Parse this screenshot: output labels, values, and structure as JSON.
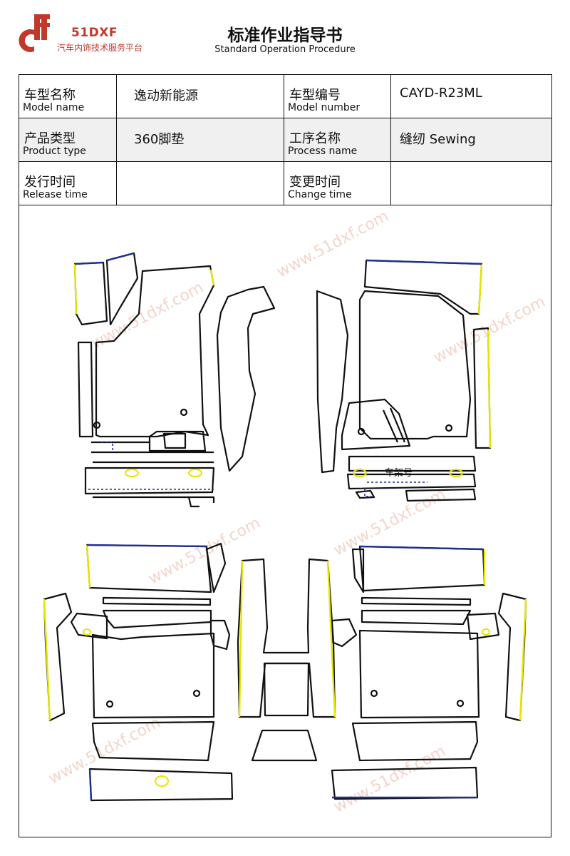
{
  "logo": {
    "name": "51DXF",
    "subtitle": "汽车内饰技术服务平台"
  },
  "header": {
    "title": "标准作业指导书",
    "subtitle": "Standard Operation Procedure"
  },
  "info": {
    "model_name_zh": "车型名称",
    "model_name_en": "Model name",
    "model_name_value": "逸动新能源",
    "model_number_zh": "车型编号",
    "model_number_en": "Model number",
    "model_number_value": "CAYD-R23ML",
    "product_type_zh": "产品类型",
    "product_type_en": "Product type",
    "product_type_value": "360脚垫",
    "process_name_zh": "工序名称",
    "process_name_en": "Process name",
    "process_name_value": "缝纫 Sewing",
    "release_time_zh": "发行时间",
    "release_time_en": "Release time",
    "release_time_value": "",
    "change_time_zh": "变更时间",
    "change_time_en": "Change time",
    "change_time_value": ""
  },
  "drawing": {
    "label": "车架号",
    "watermark": "www.51dxf.com"
  },
  "colors": {
    "brand": "#c0392b",
    "edge_yellow": "#e6e600",
    "edge_blue": "#1f2f8f",
    "outline": "#111111"
  }
}
